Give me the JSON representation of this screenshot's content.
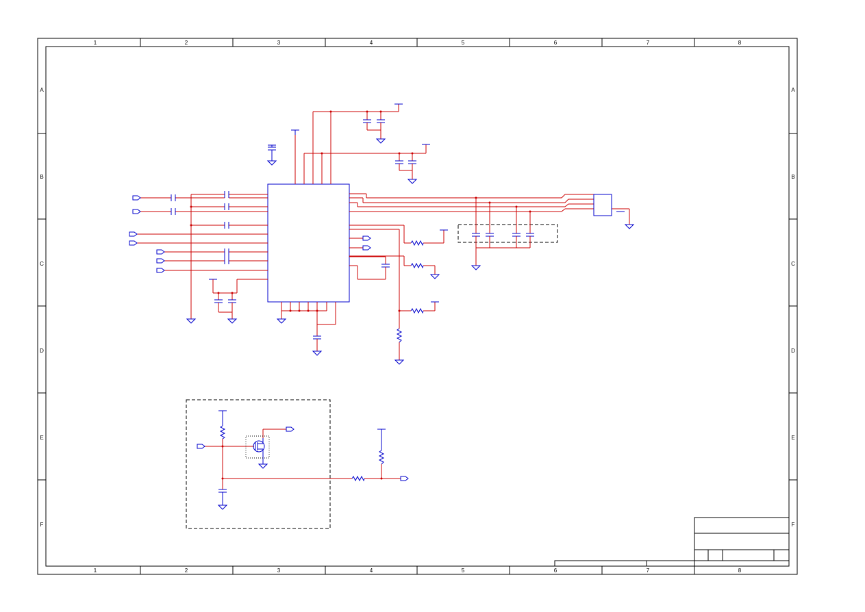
{
  "frame": {
    "columns": [
      "1",
      "2",
      "3",
      "4",
      "5",
      "6",
      "7",
      "8"
    ],
    "rows": [
      "A",
      "B",
      "C",
      "D",
      "E",
      "F"
    ]
  },
  "colors": {
    "wire": "#cc0000",
    "component": "#0000cc",
    "border": "#000000"
  },
  "icons": {
    "ground": "ground-symbol",
    "power": "power-rail-symbol",
    "capacitor": "capacitor-symbol",
    "resistor": "resistor-symbol",
    "port": "net-port-symbol",
    "mosfet": "mosfet-symbol"
  }
}
